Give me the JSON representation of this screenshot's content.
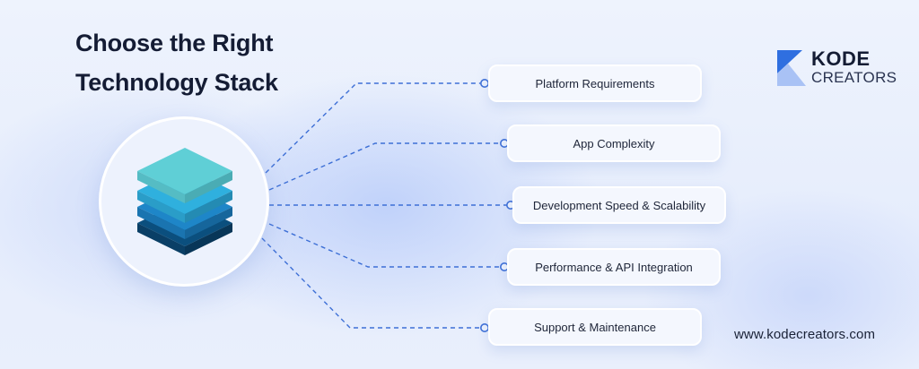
{
  "title": {
    "line1": "Choose the Right",
    "line2": "Technology Stack"
  },
  "brand": {
    "name_top": "KODE",
    "name_bottom": "CREATORS",
    "website": "www.kodecreators.com",
    "logo_colors": [
      "#2f6fe0",
      "#a9c2f5"
    ]
  },
  "hub": {
    "icon": "layers-stack-icon",
    "layer_colors": [
      "#5fcfd6",
      "#2fb0de",
      "#1e86c8",
      "#0b4f7e"
    ]
  },
  "connector_color": "#3d6fd6",
  "items": [
    {
      "label": "Platform Requirements"
    },
    {
      "label": "App Complexity"
    },
    {
      "label": "Development Speed & Scalability"
    },
    {
      "label": "Performance & API Integration"
    },
    {
      "label": "Support & Maintenance"
    }
  ]
}
